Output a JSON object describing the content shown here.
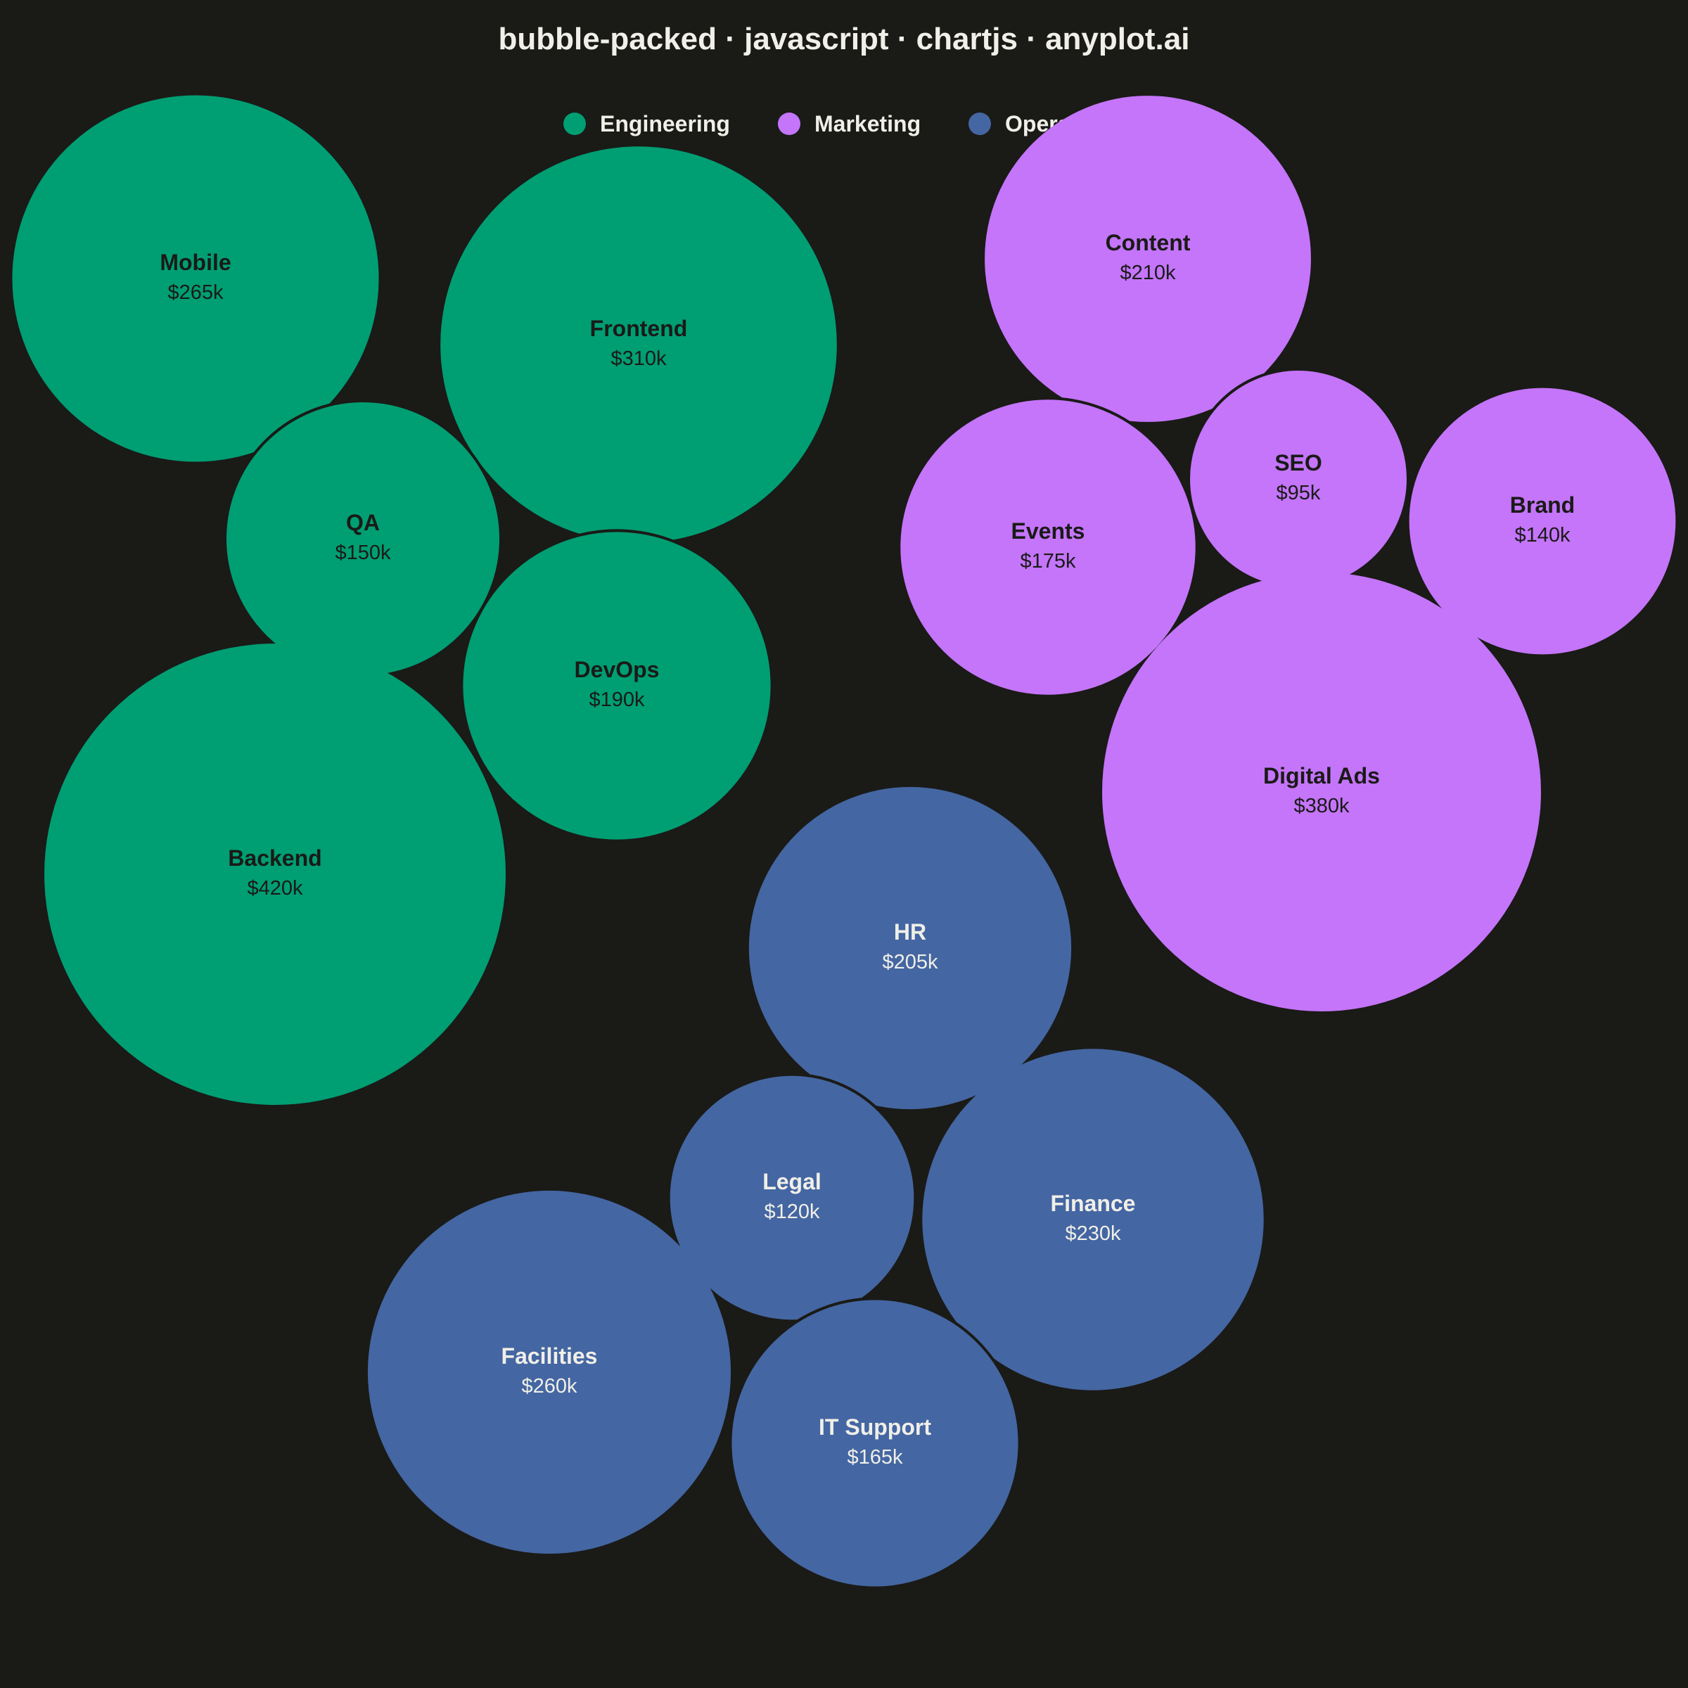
{
  "chart_data": {
    "type": "bubble-packed",
    "title": "bubble-packed · javascript · chartjs · anyplot.ai",
    "legend": {
      "placement": "top",
      "entries": [
        {
          "name": "Engineering",
          "color": "#009e73"
        },
        {
          "name": "Marketing",
          "color": "#c475fa"
        },
        {
          "name": "Operations",
          "color": "#4466a2"
        }
      ]
    },
    "series": [
      {
        "name": "Engineering",
        "color": "#009e73",
        "label_color": "#1a1a17",
        "items": [
          {
            "label": "Mobile",
            "value": 265,
            "display": "$265k"
          },
          {
            "label": "Frontend",
            "value": 310,
            "display": "$310k"
          },
          {
            "label": "QA",
            "value": 150,
            "display": "$150k"
          },
          {
            "label": "DevOps",
            "value": 190,
            "display": "$190k"
          },
          {
            "label": "Backend",
            "value": 420,
            "display": "$420k"
          }
        ]
      },
      {
        "name": "Marketing",
        "color": "#c475fa",
        "label_color": "#1a1a17",
        "items": [
          {
            "label": "Content",
            "value": 210,
            "display": "$210k"
          },
          {
            "label": "SEO",
            "value": 95,
            "display": "$95k"
          },
          {
            "label": "Events",
            "value": 175,
            "display": "$175k"
          },
          {
            "label": "Brand",
            "value": 140,
            "display": "$140k"
          },
          {
            "label": "Digital Ads",
            "value": 380,
            "display": "$380k"
          }
        ]
      },
      {
        "name": "Operations",
        "color": "#4466a2",
        "label_color": "#f0efe8",
        "items": [
          {
            "label": "HR",
            "value": 205,
            "display": "$205k"
          },
          {
            "label": "Legal",
            "value": 120,
            "display": "$120k"
          },
          {
            "label": "Finance",
            "value": 230,
            "display": "$230k"
          },
          {
            "label": "Facilities",
            "value": 260,
            "display": "$260k"
          },
          {
            "label": "IT Support",
            "value": 165,
            "display": "$165k"
          }
        ]
      }
    ]
  }
}
